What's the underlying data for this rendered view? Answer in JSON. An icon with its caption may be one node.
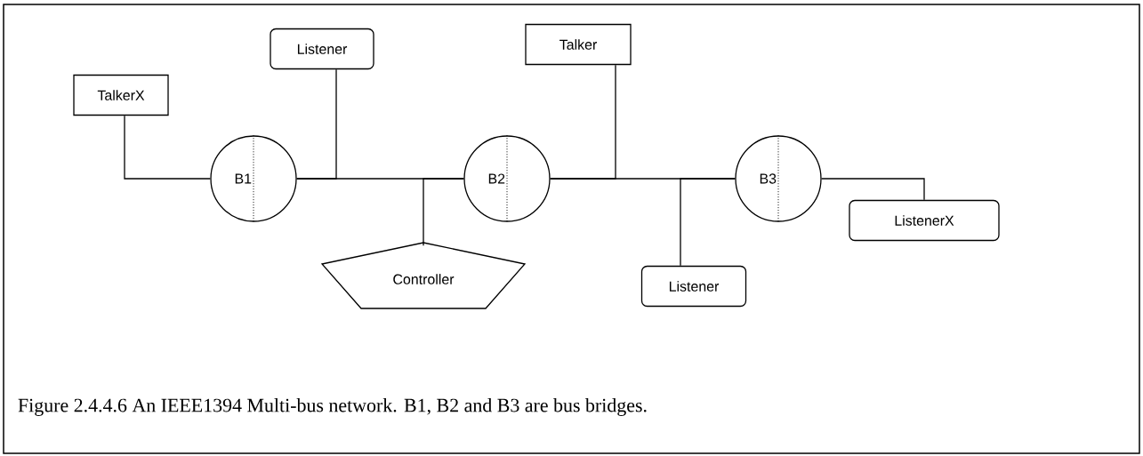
{
  "diagram": {
    "caption": "Figure 2.4.4.6 An IEEE1394 Multi-bus network. B1, B2 and B3 are bus bridges.",
    "nodes": [
      {
        "text": [
          "TalkerX"
        ]
      },
      {
        "text": [
          "Listener"
        ]
      },
      {
        "text": [
          "B1"
        ]
      },
      {
        "text": [
          "B2"
        ]
      },
      {
        "text": [
          "Talker"
        ]
      },
      {
        "text": [
          "B3"
        ]
      },
      {
        "text": [
          "Controller"
        ]
      },
      {
        "text": [
          "Listener"
        ]
      },
      {
        "text": [
          "ListenerX"
        ]
      }
    ],
    "edges": [
      {
        "from": 0,
        "to": 2,
        "arrow": "none"
      },
      {
        "from": 1,
        "to": 2,
        "arrow": "none"
      },
      {
        "from": 2,
        "to": 3,
        "arrow": "none"
      },
      {
        "from": 6,
        "to": 3,
        "arrow": "none"
      },
      {
        "from": 4,
        "to": 3,
        "arrow": "none"
      },
      {
        "from": 3,
        "to": 5,
        "arrow": "none"
      },
      {
        "from": 7,
        "to": 5,
        "arrow": "none"
      },
      {
        "from": 5,
        "to": 8,
        "arrow": "none"
      }
    ]
  }
}
